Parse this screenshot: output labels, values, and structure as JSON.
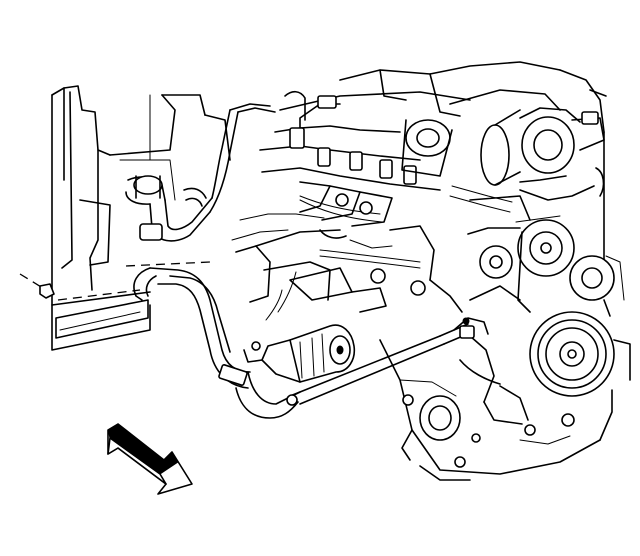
{
  "figure": {
    "kind": "line-art service illustration",
    "style": "black ink on white, isometric engine-bay view",
    "colors": {
      "ink": "#000000",
      "paper": "#ffffff"
    },
    "components": [
      {
        "name": "vehicle-body-panel",
        "icon": "panel"
      },
      {
        "name": "coolant-hose",
        "icon": "hose"
      },
      {
        "name": "transmission-oil-cooler-lines",
        "icon": "tube-pair"
      },
      {
        "name": "cooler-line-bracket-fastener",
        "icon": "bolt"
      },
      {
        "name": "fuel-rail-and-injectors",
        "icon": "rail"
      },
      {
        "name": "engine-block",
        "icon": "engine"
      },
      {
        "name": "accessory-drive-pulleys",
        "icon": "pulley"
      },
      {
        "name": "starter-motor",
        "icon": "cylinder"
      },
      {
        "name": "direction-arrow",
        "icon": "arrow"
      }
    ]
  }
}
